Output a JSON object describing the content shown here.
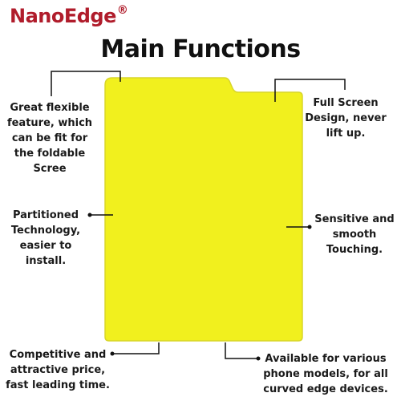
{
  "brand": {
    "name": "NanoEdge",
    "mark": "®"
  },
  "title": "Main Functions",
  "colors": {
    "film": "#f1f01e",
    "film_edge": "#d8d52a",
    "brand": "#b01c2b"
  },
  "callouts": {
    "top_left": "Great flexible feature, which can be fit for the foldable Scree",
    "top_right": "Full Screen Design, never lift up.",
    "mid_left": "Partitioned Technology, easier to install.",
    "mid_right": "Sensitive and smooth Touching.",
    "bottom_left": "Competitive and attractive price, fast leading time.",
    "bottom_right": "Available for various phone models, for all curved edge devices."
  }
}
